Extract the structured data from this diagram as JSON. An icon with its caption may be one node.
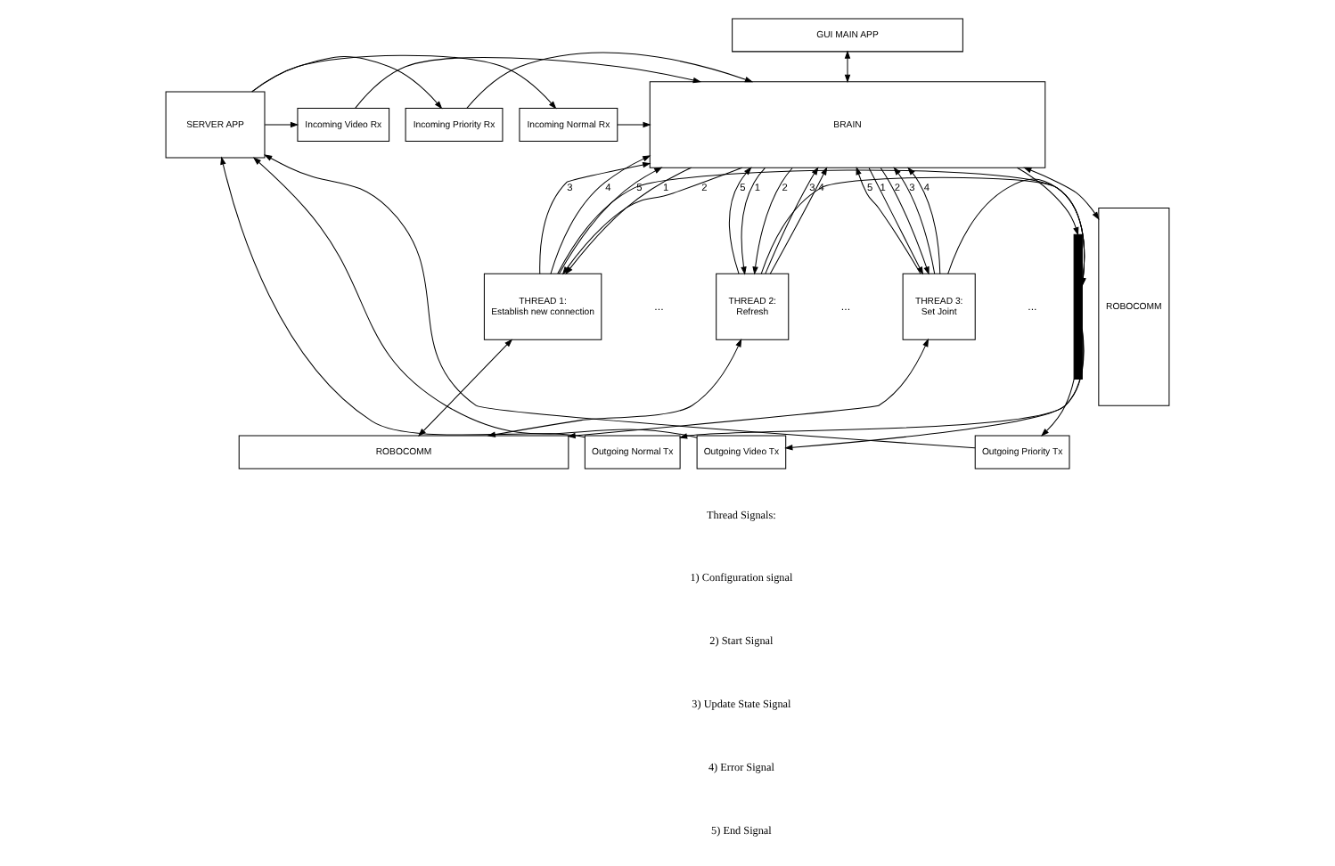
{
  "diagram": {
    "nodes": [
      {
        "text": [
          "GUI MAIN APP"
        ]
      },
      {
        "text": [
          "BRAIN"
        ]
      },
      {
        "text": [
          "ROBOCOMM"
        ]
      },
      {
        "text": [
          "THREAD 1:",
          "Establish new connection"
        ]
      },
      {
        "text": [
          "THREAD 2:",
          "Refresh"
        ]
      },
      {
        "text": [
          "THREAD 3:",
          "Set Joint"
        ]
      },
      {
        "text": [
          "ROBOCOMM"
        ]
      },
      {
        "text": [],
        "shape": "bar"
      },
      {
        "text": [
          "Incoming Normal Rx"
        ]
      },
      {
        "text": [
          "Incoming Priority Rx"
        ]
      },
      {
        "text": [
          "Incoming Video Rx"
        ]
      },
      {
        "text": [
          "SERVER APP"
        ]
      },
      {
        "text": [
          "Outgoing Normal Tx"
        ]
      },
      {
        "text": [
          "Outgoing Priority Tx"
        ]
      },
      {
        "text": [
          "Outgoing Video Tx"
        ]
      }
    ],
    "edges": [
      {
        "from": 0,
        "to": 1,
        "arrow": "both"
      },
      {
        "from": 1,
        "to": 2,
        "arrow": "both"
      },
      {
        "from": 1,
        "to": 3,
        "arrow": "to",
        "label": "1"
      },
      {
        "from": 1,
        "to": 3,
        "arrow": "to",
        "label": "2"
      },
      {
        "from": 3,
        "to": 1,
        "arrow": "to",
        "label": "3"
      },
      {
        "from": 3,
        "to": 1,
        "arrow": "to",
        "label": "4"
      },
      {
        "from": 3,
        "to": 1,
        "arrow": "to",
        "label": "5"
      },
      {
        "from": 1,
        "to": 4,
        "arrow": "to",
        "label": "1"
      },
      {
        "from": 1,
        "to": 4,
        "arrow": "to",
        "label": "2"
      },
      {
        "from": 4,
        "to": 1,
        "arrow": "to",
        "label": "3"
      },
      {
        "from": 4,
        "to": 1,
        "arrow": "to",
        "label": "4"
      },
      {
        "from": 4,
        "to": 1,
        "arrow": "to",
        "label": "5"
      },
      {
        "from": 1,
        "to": 5,
        "arrow": "to",
        "label": "1"
      },
      {
        "from": 1,
        "to": 5,
        "arrow": "to",
        "label": "2"
      },
      {
        "from": 5,
        "to": 1,
        "arrow": "to",
        "label": "3"
      },
      {
        "from": 5,
        "to": 1,
        "arrow": "to",
        "label": "4"
      },
      {
        "from": 5,
        "to": 1,
        "arrow": "to",
        "label": "5"
      },
      {
        "from": 3,
        "to": 6,
        "arrow": "both"
      },
      {
        "from": 4,
        "to": 6,
        "arrow": "both"
      },
      {
        "from": 5,
        "to": 6,
        "arrow": "both"
      },
      {
        "from": 3,
        "to": 7,
        "arrow": "to"
      },
      {
        "from": 4,
        "to": 7,
        "arrow": "to"
      },
      {
        "from": 5,
        "to": 7,
        "arrow": "to"
      },
      {
        "from": 1,
        "to": 7,
        "arrow": "to"
      },
      {
        "from": 7,
        "to": 12,
        "arrow": "to"
      },
      {
        "from": 7,
        "to": 13,
        "arrow": "to"
      },
      {
        "from": 7,
        "to": 14,
        "arrow": "to"
      },
      {
        "from": 11,
        "to": 8,
        "arrow": "to"
      },
      {
        "from": 11,
        "to": 9,
        "arrow": "to"
      },
      {
        "from": 11,
        "to": 10,
        "arrow": "to"
      },
      {
        "from": 8,
        "to": 1,
        "arrow": "to"
      },
      {
        "from": 9,
        "to": 1,
        "arrow": "to"
      },
      {
        "from": 10,
        "to": 1,
        "arrow": "to"
      },
      {
        "from": 12,
        "to": 11,
        "arrow": "to"
      },
      {
        "from": 13,
        "to": 11,
        "arrow": "to"
      },
      {
        "from": 14,
        "to": 11,
        "arrow": "to"
      }
    ],
    "labels": [
      "...",
      "...",
      "...",
      "Thread Signals:",
      "1) Configuration signal",
      "2) Start Signal",
      "3) Update State Signal",
      "4) Error Signal",
      "5) End Signal"
    ]
  }
}
